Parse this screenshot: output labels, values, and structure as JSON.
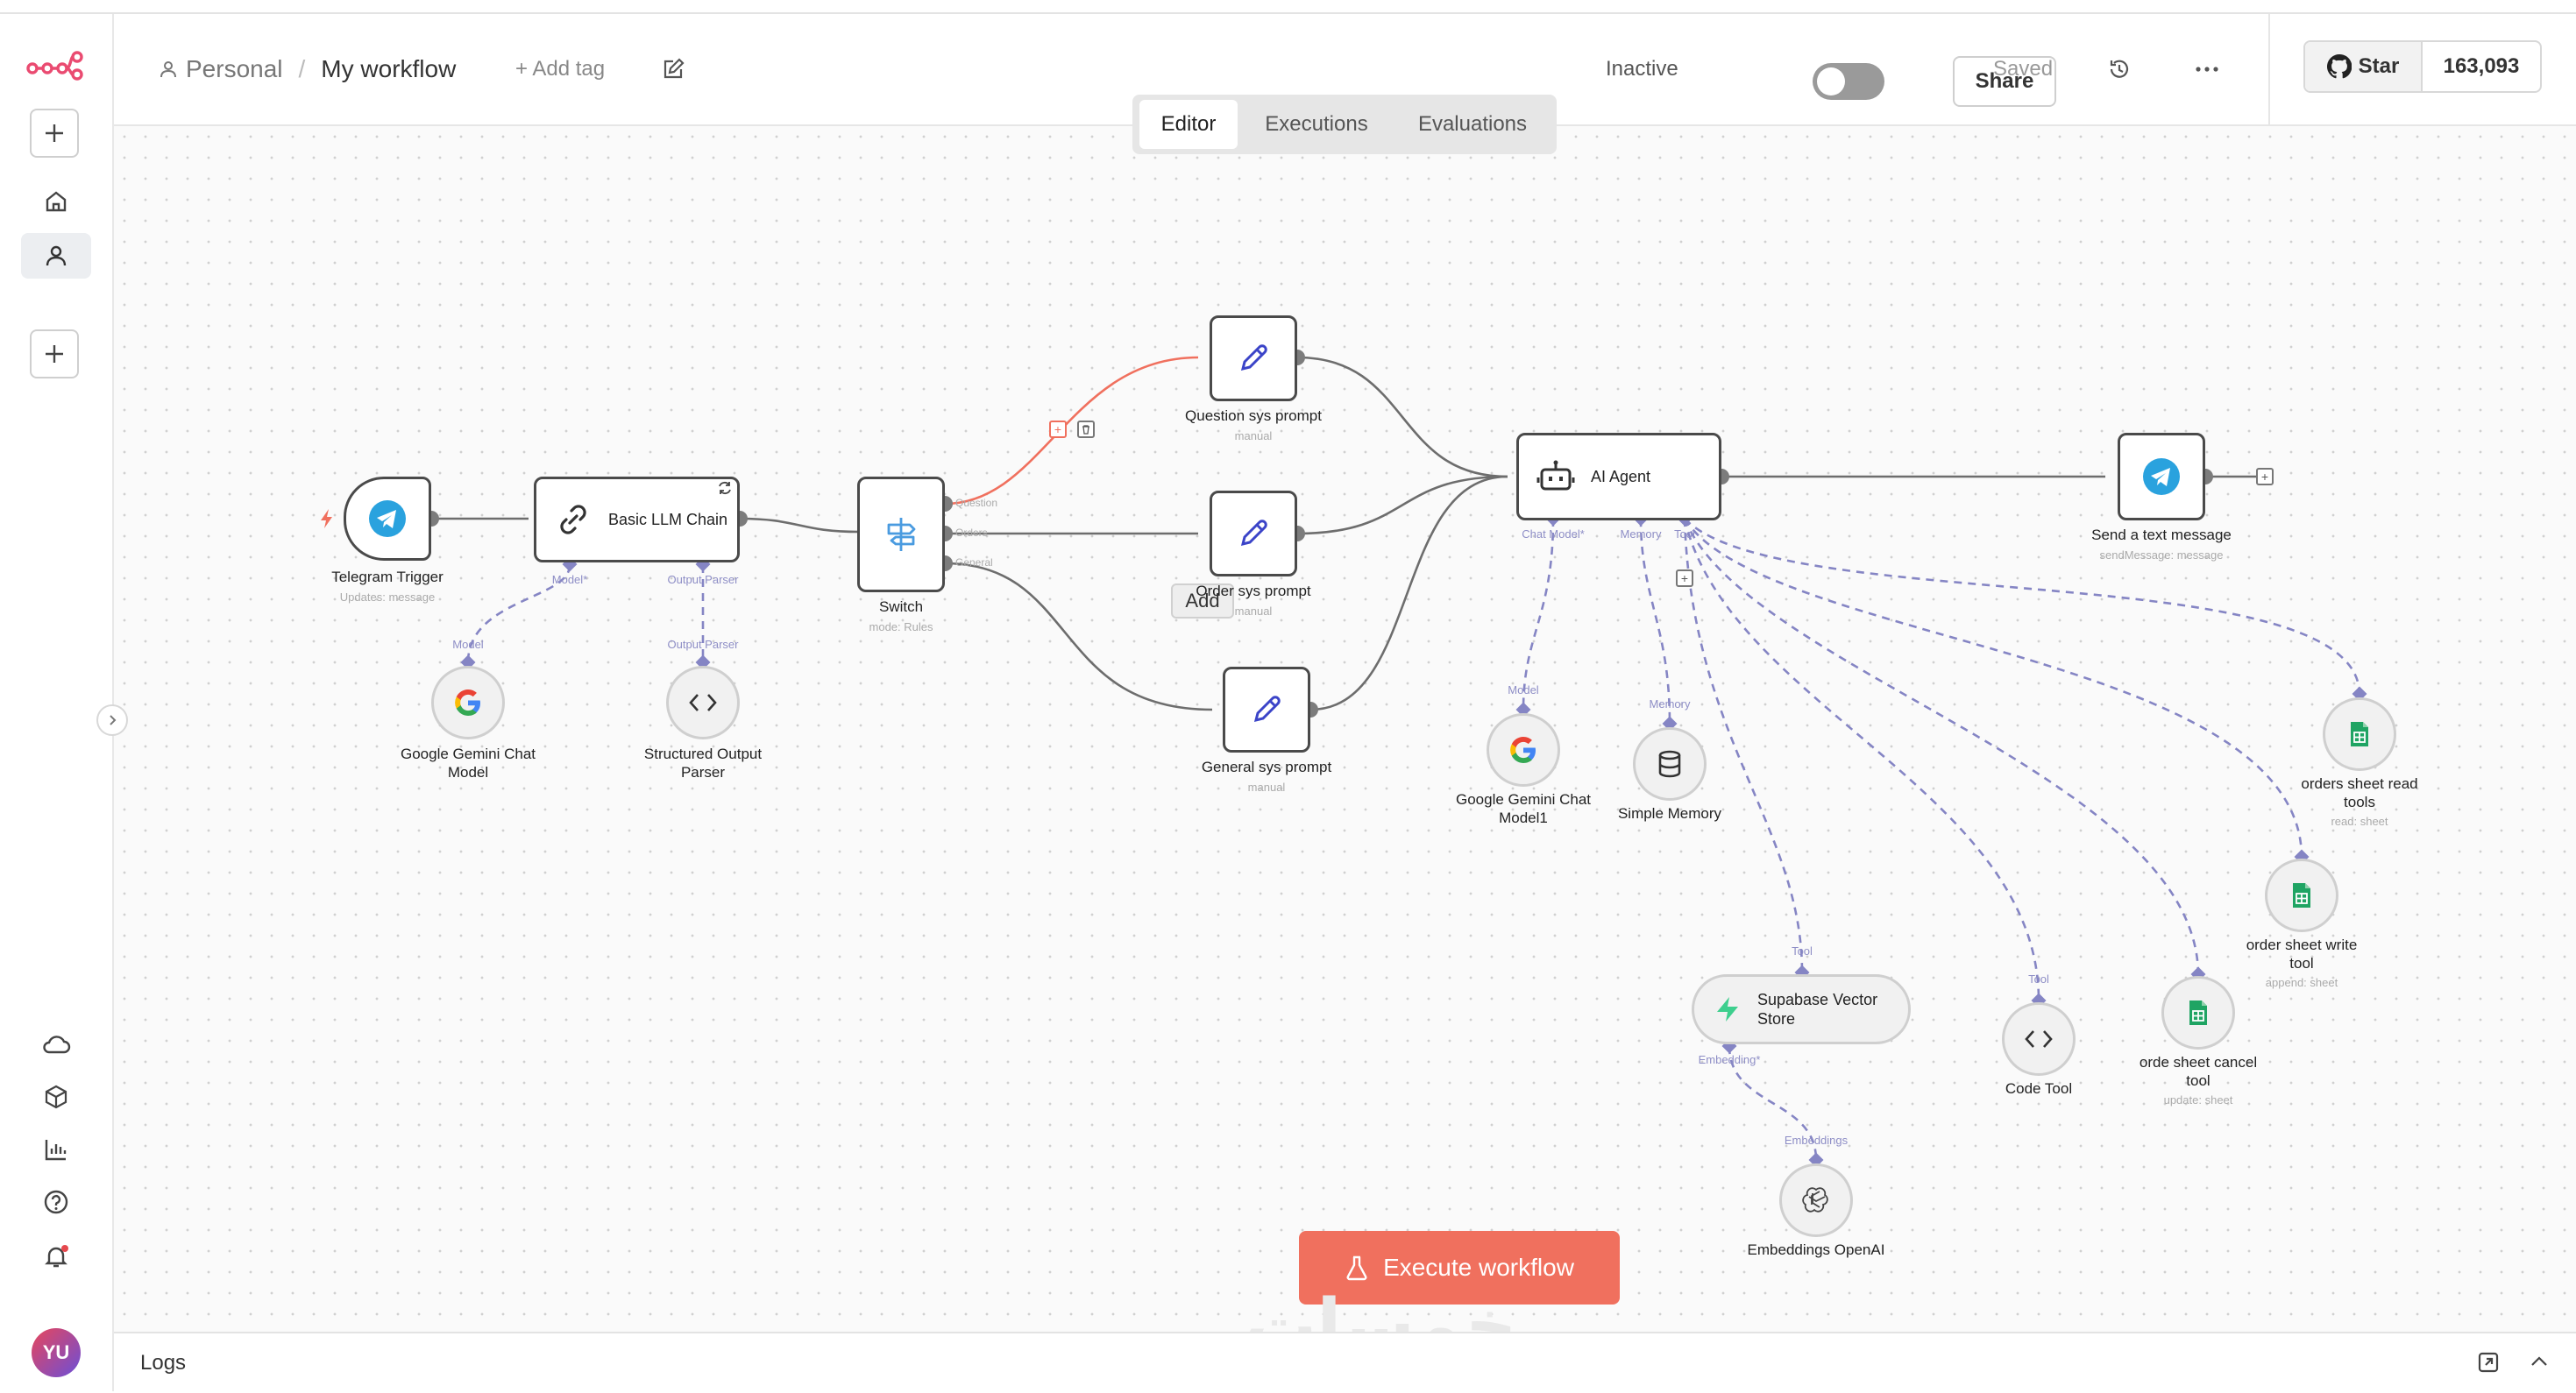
{
  "header": {
    "project": "Personal",
    "workflow_name": "My workflow",
    "add_tag": "+ Add tag",
    "status": "Inactive",
    "share": "Share",
    "saved": "Saved",
    "github_star": "Star",
    "github_count": "163,093"
  },
  "tabs": [
    "Editor",
    "Executions",
    "Evaluations"
  ],
  "sidebar": {
    "avatar_initials": "YU"
  },
  "canvas": {
    "tooltip": "Add",
    "execute_button": "Execute workflow",
    "watermark": "خمسات"
  },
  "logs": {
    "title": "Logs"
  },
  "nodes": {
    "telegram_trigger": {
      "name": "Telegram Trigger",
      "sub": "Updates: message"
    },
    "llm_chain": {
      "name": "Basic LLM Chain",
      "port_model": "Model*",
      "port_parser": "Output Parser"
    },
    "gemini": {
      "name": "Google Gemini Chat Model",
      "port": "Model"
    },
    "parser": {
      "name": "Structured Output Parser",
      "port": "Output Parser"
    },
    "switch": {
      "name": "Switch",
      "sub": "mode: Rules",
      "out_question": "Question",
      "out_orders": "Orders",
      "out_general": "General"
    },
    "question_prompt": {
      "name": "Question sys prompt",
      "sub": "manual"
    },
    "order_prompt": {
      "name": "Order sys prompt",
      "sub": "manual"
    },
    "general_prompt": {
      "name": "General sys prompt",
      "sub": "manual"
    },
    "ai_agent": {
      "name": "AI Agent",
      "port_model": "Chat Model*",
      "port_memory": "Memory",
      "port_tool": "Tool"
    },
    "gemini1": {
      "name": "Google Gemini Chat Model1",
      "port": "Model"
    },
    "memory": {
      "name": "Simple Memory",
      "port": "Memory"
    },
    "send_message": {
      "name": "Send a text message",
      "sub": "sendMessage: message"
    },
    "orders_read": {
      "name": "orders sheet read tools",
      "sub": "read: sheet"
    },
    "orders_write": {
      "name": "order sheet write tool",
      "sub": "append: sheet"
    },
    "orders_cancel": {
      "name": "orde sheet cancel tool",
      "sub": "update: sheet"
    },
    "code_tool": {
      "name": "Code Tool",
      "port": "Tool"
    },
    "supabase": {
      "name": "Supabase Vector Store",
      "port": "Tool",
      "port_embed": "Embedding*"
    },
    "embeddings": {
      "name": "Embeddings OpenAI",
      "port": "Embeddings"
    }
  },
  "colors": {
    "accent": "#f0705e",
    "ai_connection": "#8585c4",
    "telegram": "#2aa2de",
    "sheets": "#1fa463",
    "supabase": "#3ecf8e",
    "prompt_icon": "#3b44c8"
  }
}
